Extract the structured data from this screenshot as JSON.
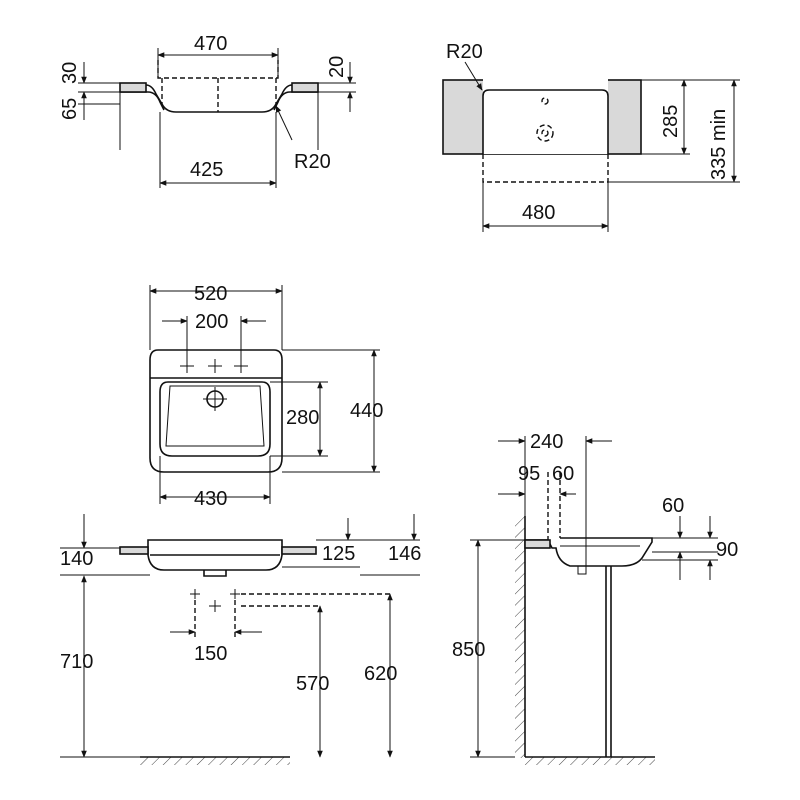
{
  "views": {
    "top_section": {
      "width_top": "470",
      "depth_30": "30",
      "depth_65": "65",
      "depth_20": "20",
      "width_bottom": "425",
      "radius": "R20"
    },
    "cutout_template": {
      "radius": "R20",
      "depth_285": "285",
      "depth_335": "335 min",
      "width": "480"
    },
    "plan": {
      "width_outer": "520",
      "tap_spacing": "200",
      "bowl_depth": "280",
      "overall_depth": "440",
      "bowl_width": "430"
    },
    "front": {
      "height_140": "140",
      "height_125": "125",
      "height_146": "146",
      "height_710": "710",
      "tap_spacing_150": "150",
      "height_570": "570",
      "height_620": "620"
    },
    "side": {
      "depth_240": "240",
      "offset_95": "95",
      "offset_60": "60",
      "rim_60": "60",
      "rim_90": "90",
      "height_850": "850"
    }
  }
}
